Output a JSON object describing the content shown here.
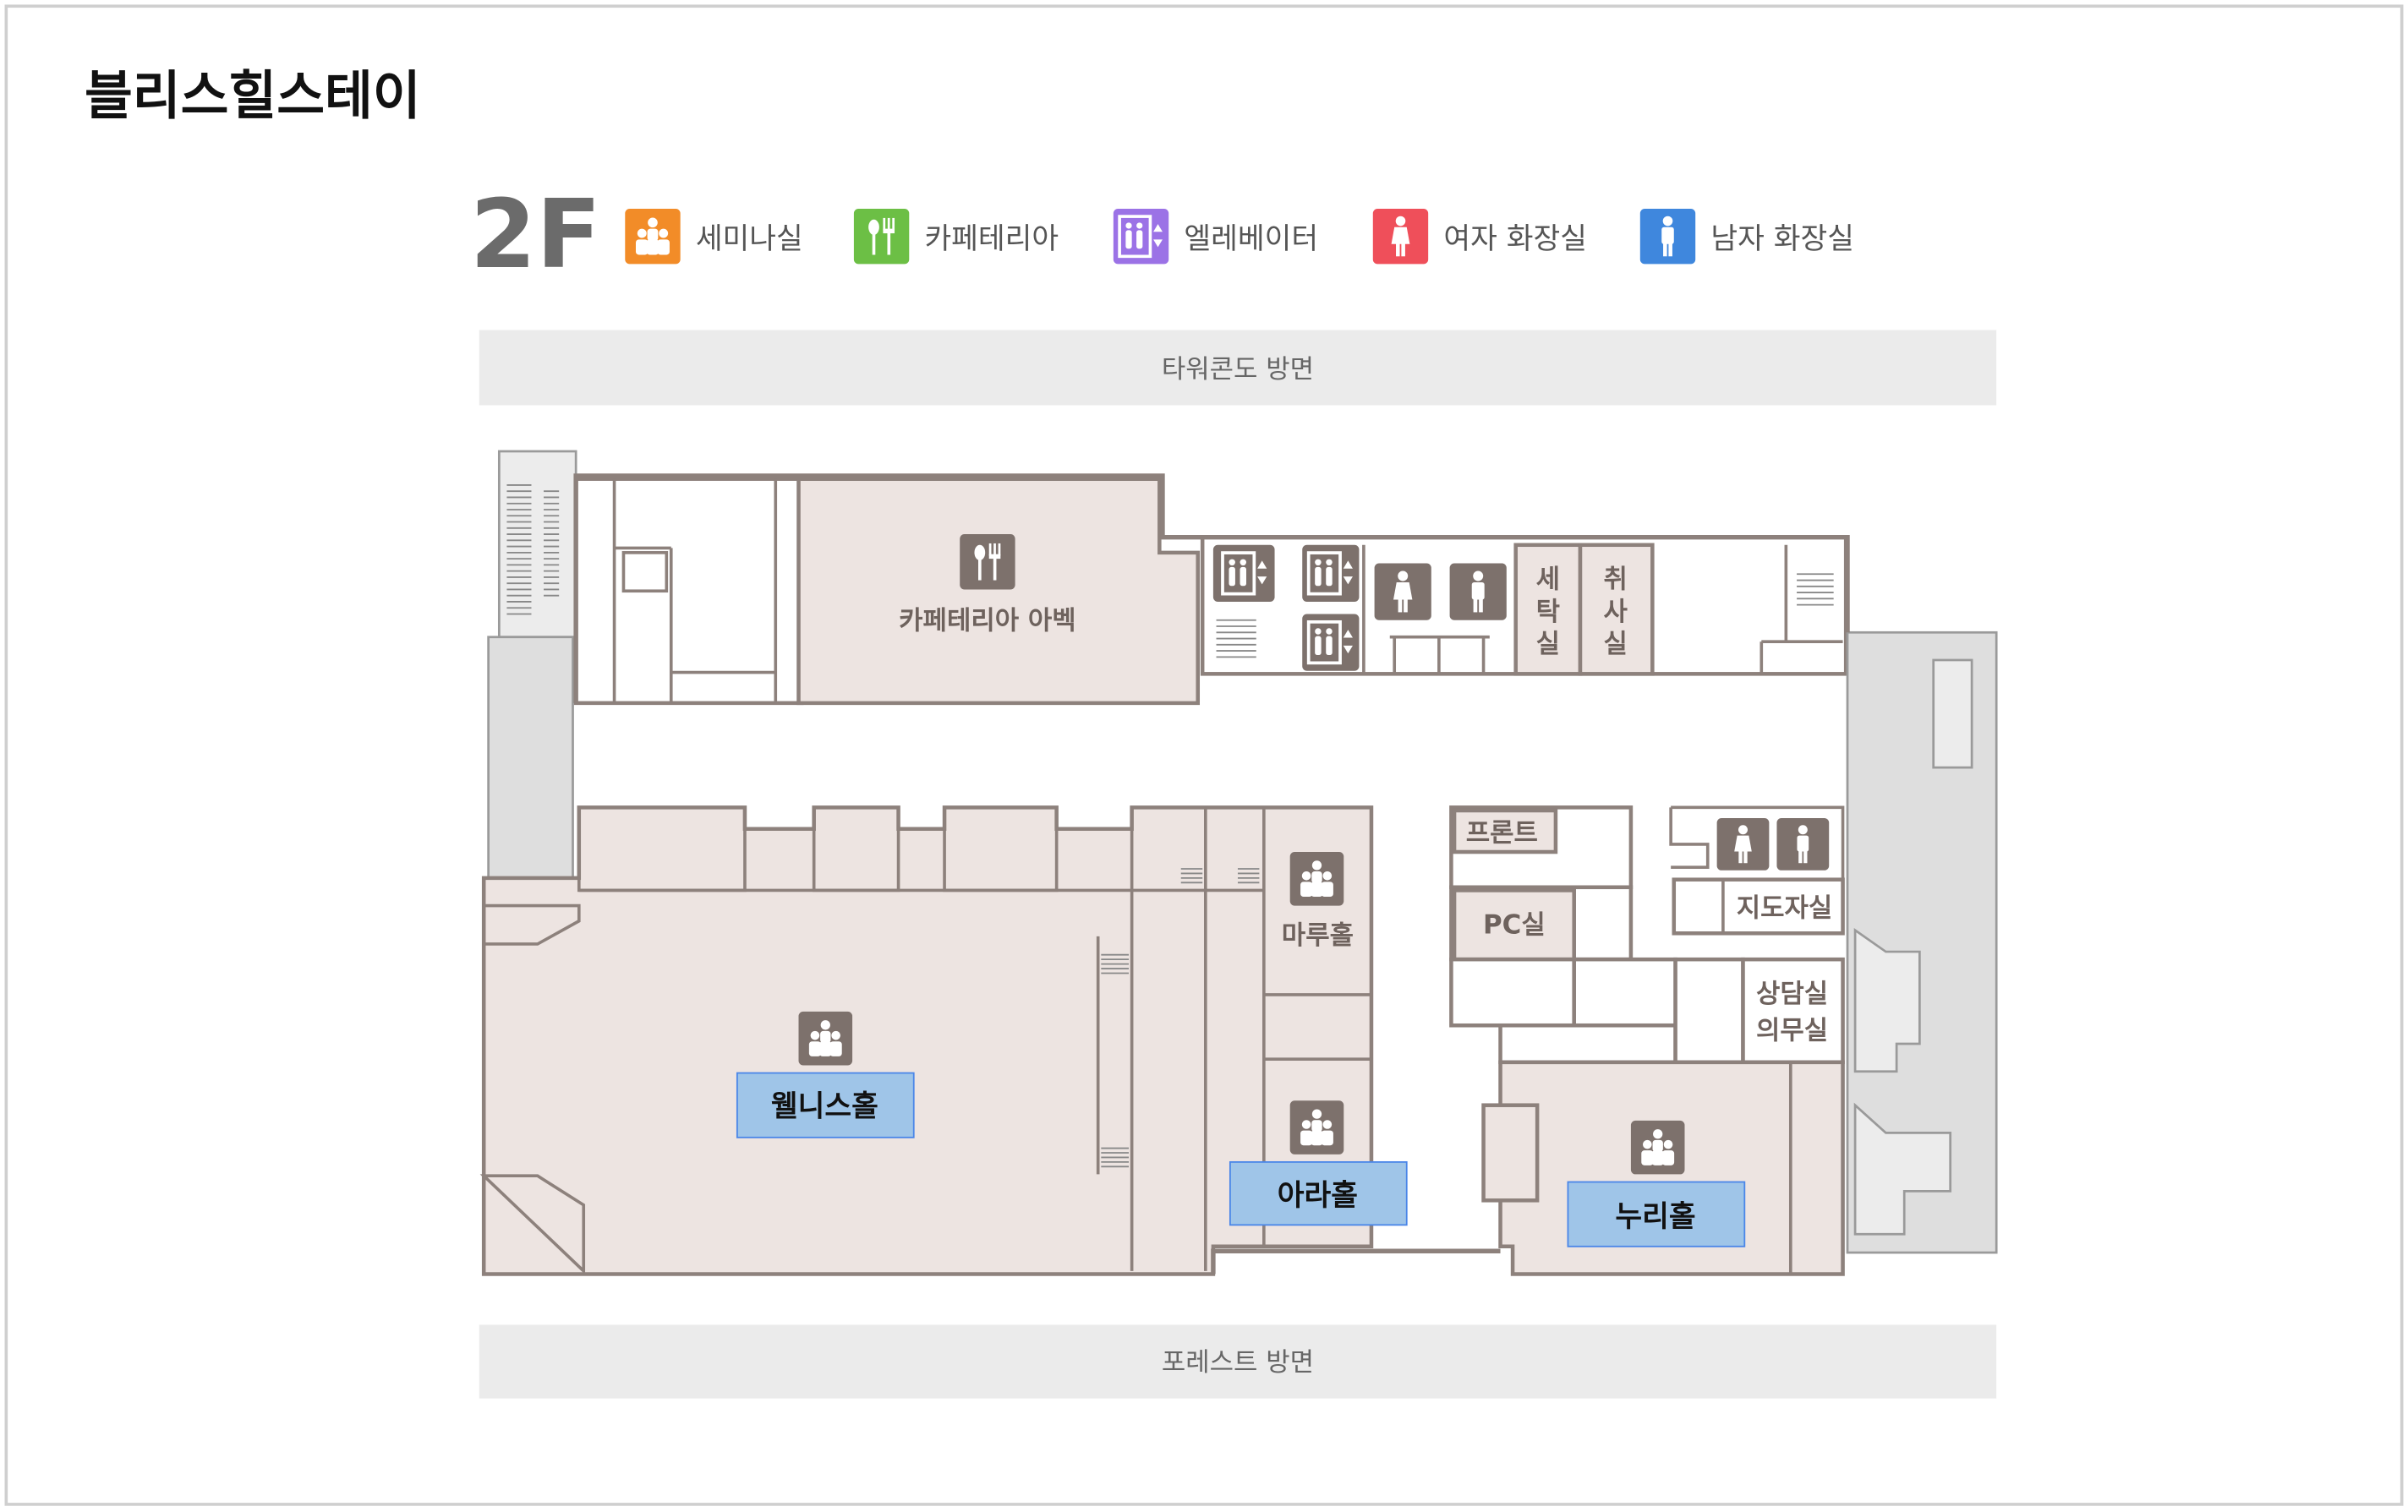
{
  "title": "블리스힐스테이",
  "floor": "2F",
  "legend": [
    {
      "label": "세미나실",
      "icon": "seminar-room-icon",
      "color": "#f28c28"
    },
    {
      "label": "카페테리아",
      "icon": "cafeteria-icon",
      "color": "#6cbf45"
    },
    {
      "label": "엘레베이터",
      "icon": "elevator-icon",
      "color": "#9b72e6"
    },
    {
      "label": "여자 화장실",
      "icon": "womens-restroom-icon",
      "color": "#ef4f5a"
    },
    {
      "label": "남자 화장실",
      "icon": "mens-restroom-icon",
      "color": "#3f87dd"
    }
  ],
  "direction_top": "타워콘도 방면",
  "direction_bottom": "포레스트 방면",
  "map_colors": {
    "room": "#ede4e1",
    "wall": "#8d817c",
    "icon_bg": "#7d716c",
    "highlight": "#9fc5e8"
  },
  "rooms": {
    "cafeteria": "카페테리아 아벡",
    "laundry": [
      "세",
      "탁",
      "실"
    ],
    "kitchen": [
      "취",
      "사",
      "실"
    ],
    "front": "프론트",
    "pc_room": "PC실",
    "instructor_room": "지도자실",
    "counseling": "상담실",
    "infirmary": "의무실",
    "maru_hall": "마루홀",
    "wellness_hall": "웰니스홀",
    "ara_hall": "아라홀",
    "nuri_hall": "누리홀"
  }
}
